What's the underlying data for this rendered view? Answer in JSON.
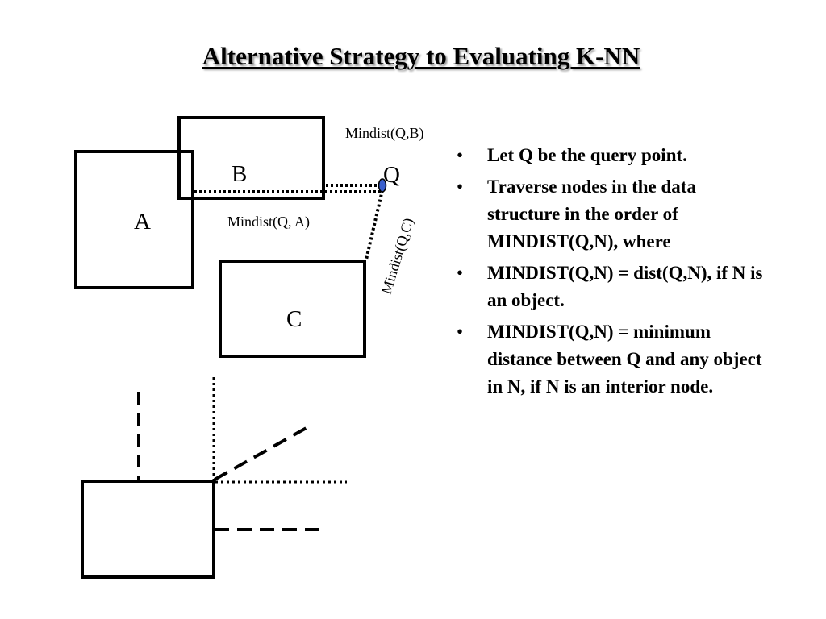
{
  "slide": {
    "title": "Alternative Strategy to Evaluating K-NN"
  },
  "diagram": {
    "boxes": {
      "a": "A",
      "b": "B",
      "c": "C"
    },
    "query_point": "Q",
    "distance_labels": {
      "q_b": "Mindist(Q,B)",
      "q_a": "Mindist(Q, A)",
      "q_c": "Mindist(Q,C)"
    }
  },
  "bullets": [
    "Let Q be the query point.",
    "Traverse nodes in the data structure in the order of MINDIST(Q,N), where",
    "MINDIST(Q,N) = dist(Q,N), if N is an object.",
    "MINDIST(Q,N) = minimum distance between Q and any object in N, if N is an interior node."
  ],
  "colors": {
    "query_point": "#3a5fcd"
  }
}
